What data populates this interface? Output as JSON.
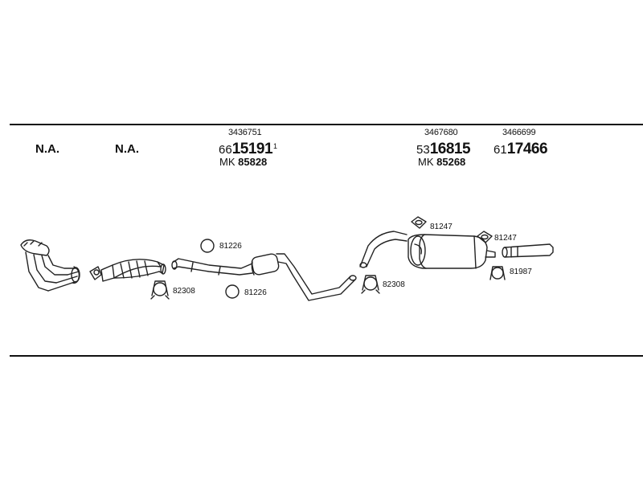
{
  "header": {
    "col1": {
      "label": "N.A."
    },
    "col2": {
      "label": "N.A."
    },
    "col3": {
      "ref": "3436751",
      "prefix": "66",
      "main": "15191",
      "suffix": "1",
      "mk_prefix": "MK",
      "mk": "85828"
    },
    "col4": {
      "ref": "3467680",
      "prefix": "53",
      "main": "16815",
      "mk_prefix": "MK",
      "mk": "85268"
    },
    "col5": {
      "ref": "3466699",
      "prefix": "61",
      "main": "17466"
    }
  },
  "parts": {
    "clamp_left": "82308",
    "ring_upper": "81226",
    "ring_lower": "81226",
    "clamp_mid": "82308",
    "mount_upper": "81247",
    "mount_right": "81247",
    "clamp_right": "81987"
  }
}
